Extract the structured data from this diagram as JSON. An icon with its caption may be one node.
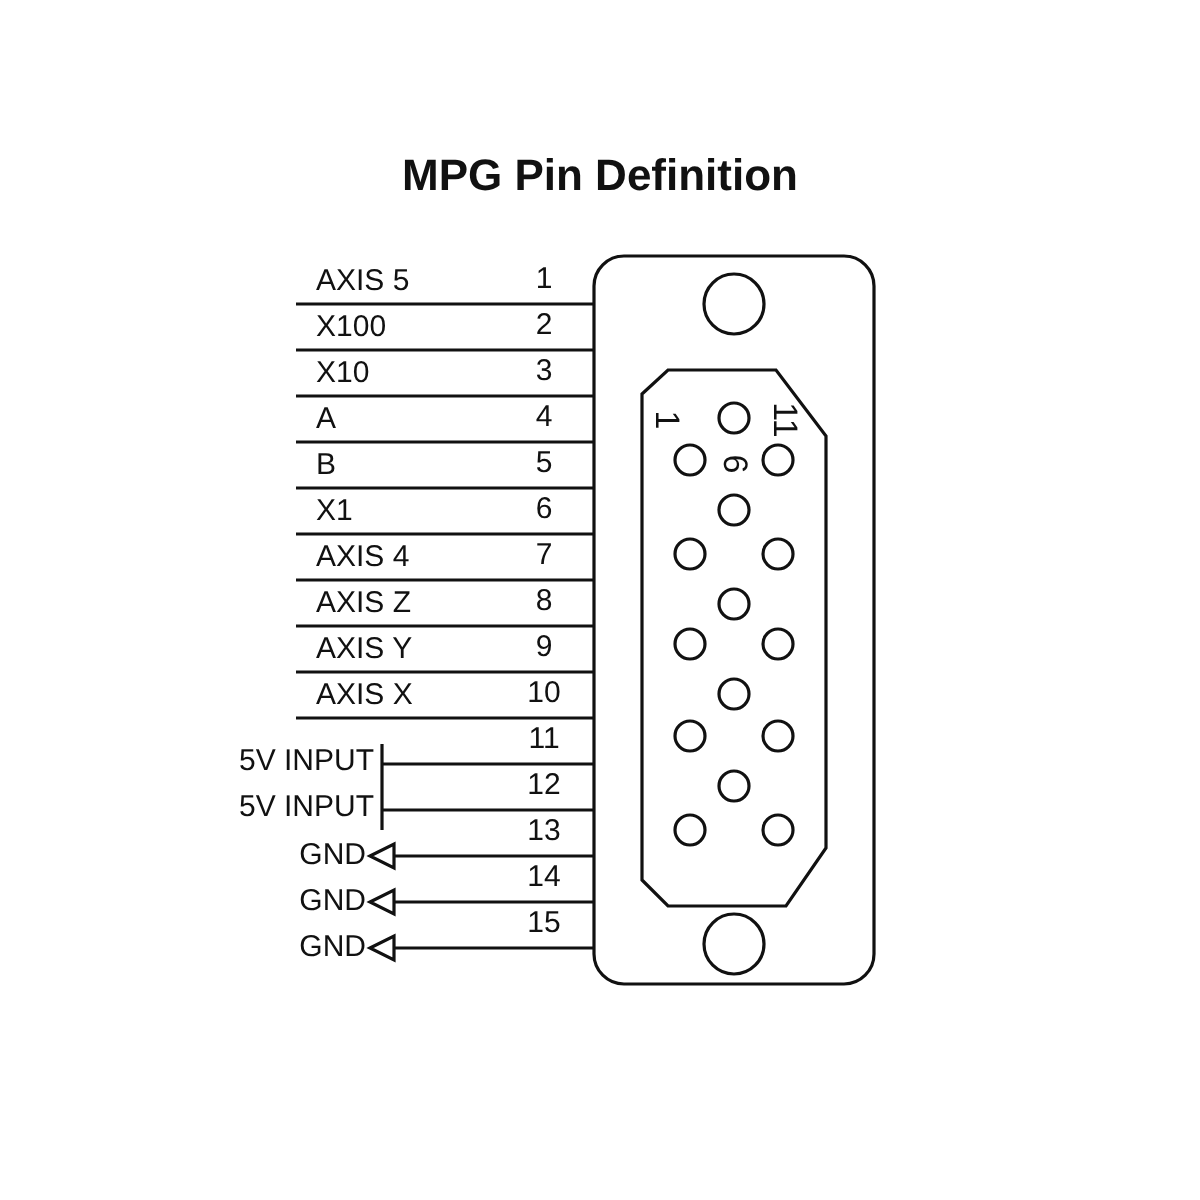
{
  "diagram": {
    "title": "MPG Pin Definition",
    "labels": [
      "AXIS 5",
      "1",
      "X100",
      "2",
      "X10",
      "3",
      "A",
      "4",
      "B",
      "5",
      "X1",
      "6",
      "AXIS 4",
      "7",
      "AXIS Z",
      "8",
      "AXIS Y",
      "9",
      "AXIS X",
      "10",
      "5V INPUT",
      "11",
      "5V INPUT",
      "12",
      "GND",
      "13",
      "GND",
      "14",
      "GND",
      "15",
      "1",
      "6",
      "11"
    ]
  }
}
